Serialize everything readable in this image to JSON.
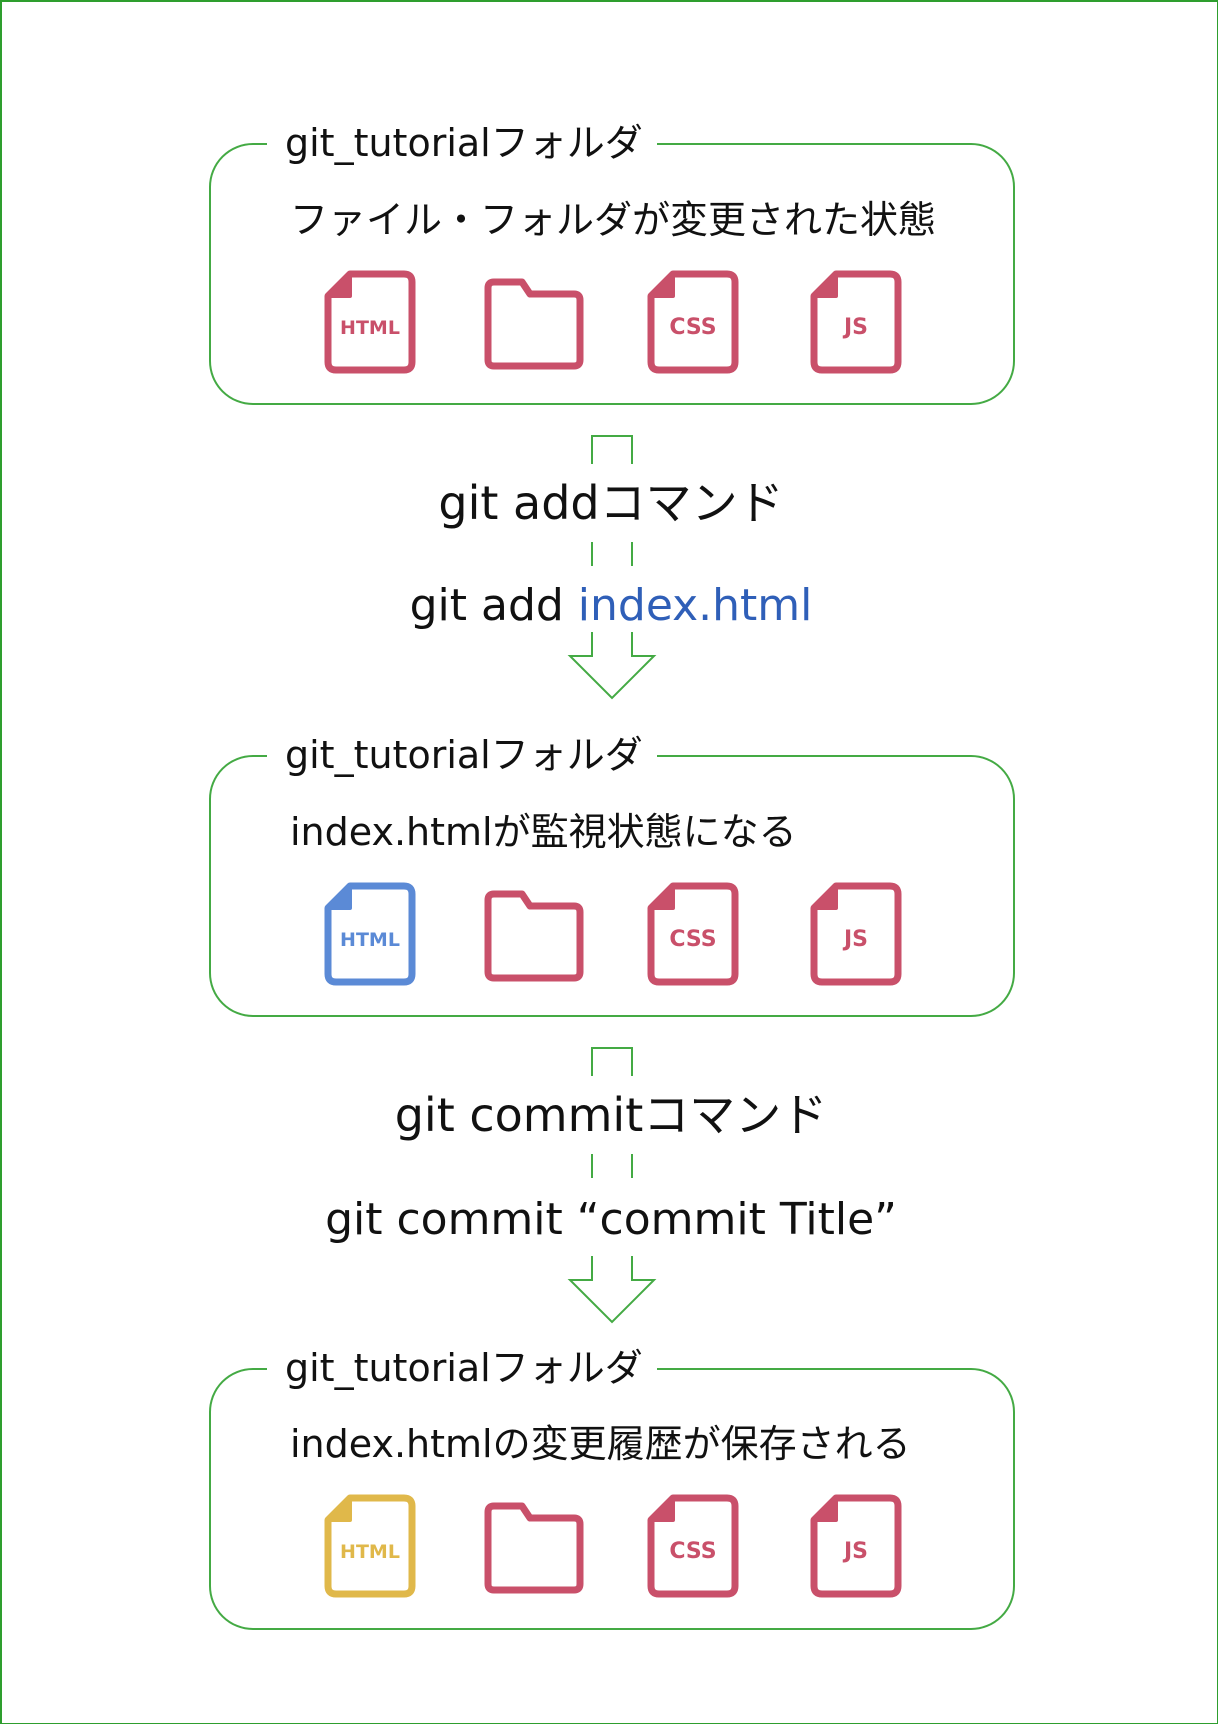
{
  "colors": {
    "frame": "#2e9e2e",
    "box_border": "#44aa44",
    "arrow": "#44aa44",
    "icon_default": "#c9506a",
    "icon_tracked": "#5b8ad6",
    "icon_committed": "#e0b84a",
    "filename_highlight": "#2f5fb8"
  },
  "boxes": [
    {
      "title": "git_tutorialフォルダ",
      "description": "ファイル・フォルダが変更された状態",
      "files": [
        {
          "kind": "file",
          "label": "HTML",
          "icon": "html-file-icon",
          "state": "modified"
        },
        {
          "kind": "folder",
          "label": "",
          "icon": "folder-icon",
          "state": "modified"
        },
        {
          "kind": "file",
          "label": "CSS",
          "icon": "css-file-icon",
          "state": "modified"
        },
        {
          "kind": "file",
          "label": "JS",
          "icon": "js-file-icon",
          "state": "modified"
        }
      ]
    },
    {
      "title": "git_tutorialフォルダ",
      "description": "index.htmlが監視状態になる",
      "files": [
        {
          "kind": "file",
          "label": "HTML",
          "icon": "html-file-icon",
          "state": "tracked"
        },
        {
          "kind": "folder",
          "label": "",
          "icon": "folder-icon",
          "state": "modified"
        },
        {
          "kind": "file",
          "label": "CSS",
          "icon": "css-file-icon",
          "state": "modified"
        },
        {
          "kind": "file",
          "label": "JS",
          "icon": "js-file-icon",
          "state": "modified"
        }
      ]
    },
    {
      "title": "git_tutorialフォルダ",
      "description": "index.htmlの変更履歴が保存される",
      "files": [
        {
          "kind": "file",
          "label": "HTML",
          "icon": "html-file-icon",
          "state": "committed"
        },
        {
          "kind": "folder",
          "label": "",
          "icon": "folder-icon",
          "state": "modified"
        },
        {
          "kind": "file",
          "label": "CSS",
          "icon": "css-file-icon",
          "state": "modified"
        },
        {
          "kind": "file",
          "label": "JS",
          "icon": "js-file-icon",
          "state": "modified"
        }
      ]
    }
  ],
  "steps": [
    {
      "command_title": "git addコマンド",
      "example_prefix": "git add ",
      "example_arg": "index.html"
    },
    {
      "command_title": "git commitコマンド",
      "example_prefix": "git commit “commit Title”",
      "example_arg": ""
    }
  ]
}
